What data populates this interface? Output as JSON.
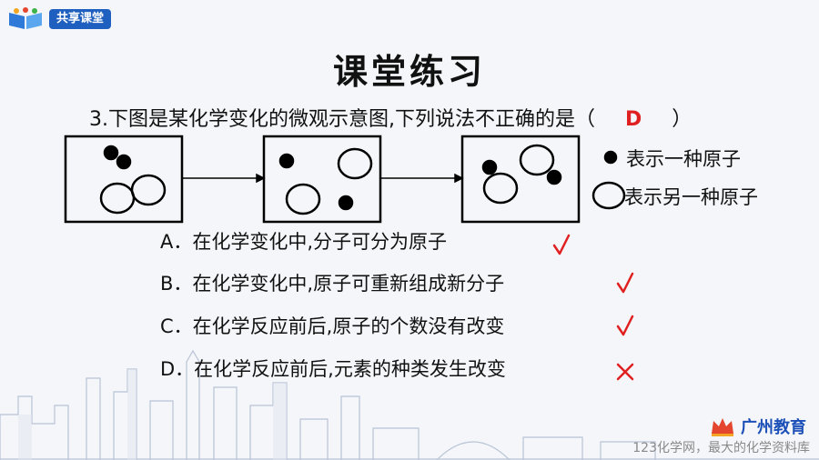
{
  "header": {
    "logo_label": "共享课堂"
  },
  "title": "课堂练习",
  "question": {
    "number_text": "3.下图是某化学变化的微观示意图,下列说法不正确的是（",
    "answer": "D",
    "close_paren": "）"
  },
  "legend": {
    "filled_atom_label": "表示一种原子",
    "hollow_atom_label": "表示另一种原子"
  },
  "options": [
    {
      "text": "A．在化学变化中,分子可分为原子",
      "mark": "check"
    },
    {
      "text": "B．在化学变化中,原子可重新组成新分子",
      "mark": "check"
    },
    {
      "text": "C．在化学反应前后,原子的个数没有改变",
      "mark": "check"
    },
    {
      "text": "D．在化学反应前后,元素的种类发生改变",
      "mark": "cross"
    }
  ],
  "footer": {
    "brand": "广州教育",
    "watermark": "123化学网，最大的化学资料库"
  },
  "colors": {
    "accent_red": "#e02020",
    "brand_blue": "#1c4fb8"
  }
}
